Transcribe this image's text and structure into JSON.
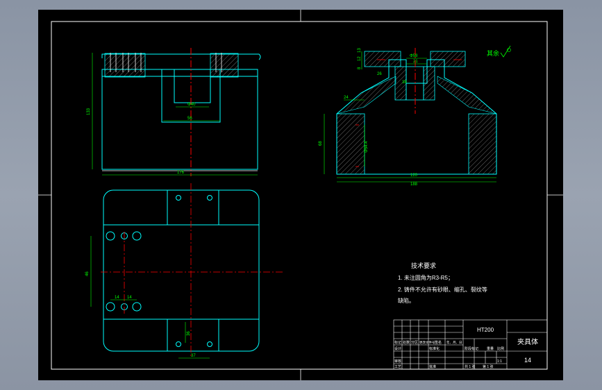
{
  "drawing": {
    "technical_requirements": {
      "title": "技术要求",
      "items": [
        "1.  未注圆角为R3-R5；",
        "2.  铸件不允许有砂眼、缩孔、裂纹等"
      ],
      "continuation": "缺陷。"
    },
    "surface_note": "其余",
    "title_block": {
      "material": "HT200",
      "part_name": "夹具体",
      "drawing_number": "14",
      "header_labels": [
        "标记",
        "处数",
        "分区",
        "更改文件号",
        "签名",
        "年、月、日"
      ],
      "role_labels": [
        "设计",
        "审核",
        "工艺"
      ],
      "standardization": "标准化",
      "approve": "批准",
      "stage_label": "阶段标记",
      "weight_label": "重量",
      "scale_label": "比例",
      "scale_value": "1:1",
      "sheet_total": "共 1 张",
      "sheet_num": "第 1 张"
    },
    "dimensions": {
      "top_width": "176",
      "top_height": "133",
      "top_slot": "Φ40",
      "top_slot_w": "56",
      "plan_hole_spacing": "46",
      "plan_d1": "14",
      "plan_d2": "14",
      "plan_bottom": "37",
      "plan_small": "36",
      "sec_top1": "Φ58",
      "sec_top2": "21",
      "sec_left_h1": "13",
      "sec_left_h2": "12",
      "sec_left_h3": "8",
      "sec_small": "26",
      "sec_chamfer": "24",
      "sec_inner": "38",
      "sec_height": "68",
      "sec_bore": "Φ54.4",
      "sec_w1": "120",
      "sec_w2": "188"
    }
  }
}
